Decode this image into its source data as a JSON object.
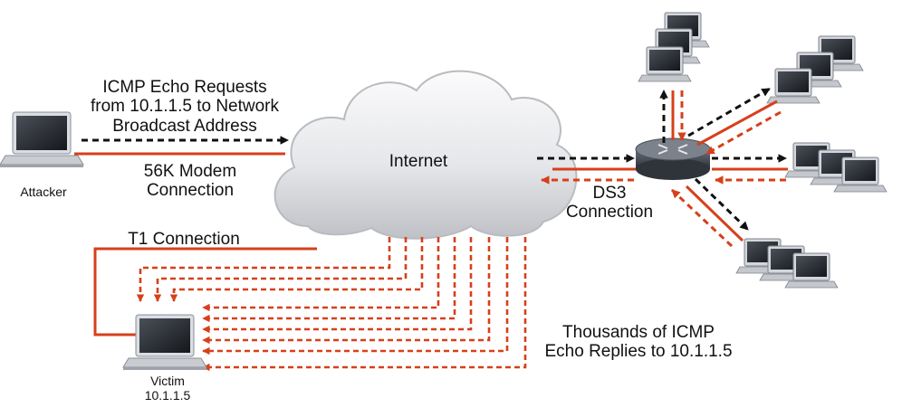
{
  "labels": {
    "icmp_requests": [
      "ICMP Echo Requests",
      "from 10.1.1.5 to Network",
      "Broadcast Address"
    ],
    "modem": [
      "56K Modem",
      "Connection"
    ],
    "attacker": "Attacker",
    "internet": "Internet",
    "ds3": [
      "DS3",
      "Connection"
    ],
    "t1": "T1 Connection",
    "replies": [
      "Thousands of ICMP",
      "Echo Replies to 10.1.1.5"
    ],
    "victim": [
      "Victim",
      "10.1.1.5"
    ]
  },
  "colors": {
    "accent": "#d6401a",
    "black": "#111111",
    "cloud_light": "#f2f2f4",
    "cloud_dark": "#c4c6ca",
    "screen": "#2a2d33",
    "router": "#3b4048"
  },
  "icons": [
    "laptop-icon",
    "cloud-icon",
    "router-icon",
    "desktop-computer-icon"
  ]
}
